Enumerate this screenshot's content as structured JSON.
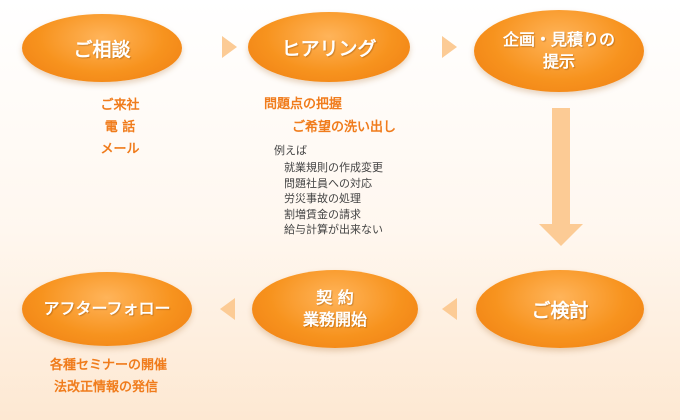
{
  "steps": {
    "consultation": {
      "label": "ご相談"
    },
    "hearing": {
      "label": "ヒアリング"
    },
    "planning": {
      "line1": "企画・見積りの",
      "line2": "提示"
    },
    "review": {
      "label": "ご検討"
    },
    "contract": {
      "line1": "契 約",
      "line2": "業務開始"
    },
    "followup": {
      "label": "アフターフォロー"
    }
  },
  "consultation_notes": [
    "ご来社",
    "電 話",
    "メール"
  ],
  "hearing_notes": {
    "line1": "問題点の把握",
    "line2": "ご希望の洗い出し",
    "examples_title": "例えば",
    "examples": [
      "就業規則の作成変更",
      "問題社員への対応",
      "労災事故の処理",
      "割増賃金の請求",
      "給与計算が出来ない"
    ]
  },
  "followup_notes": [
    "各種セミナーの開催",
    "法改正情報の発信"
  ],
  "colors": {
    "oval": "#f7931e",
    "arrow": "#fccb95",
    "note_text": "#f07c1c",
    "detail_text": "#444444"
  }
}
